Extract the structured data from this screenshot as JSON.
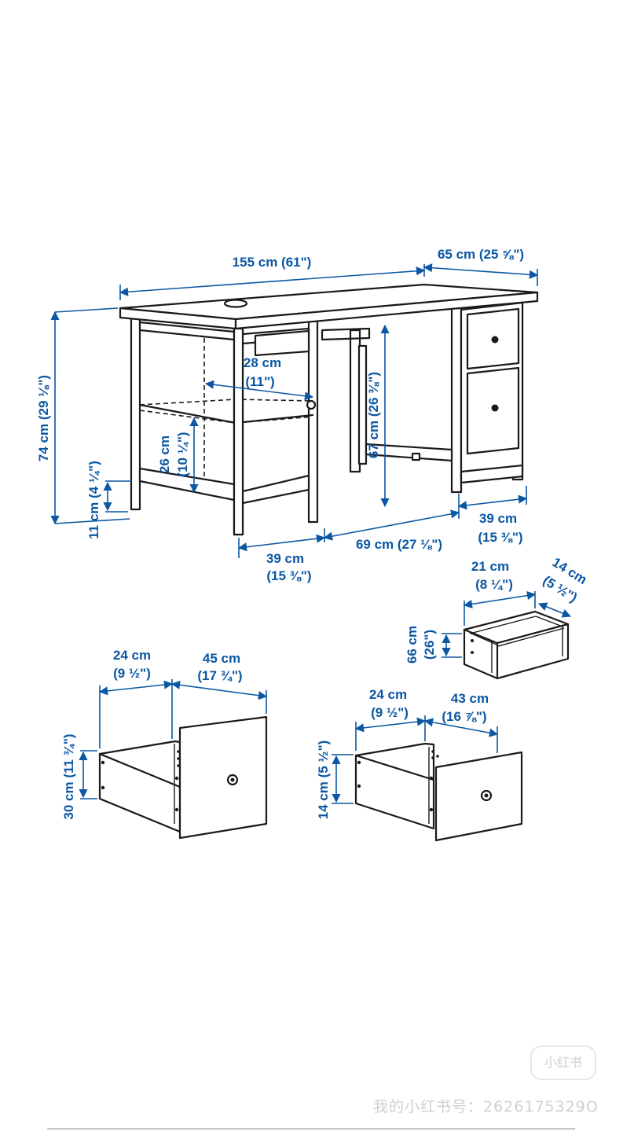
{
  "colors": {
    "dimension": "#0b57a4",
    "line_art": "#1a1a1a",
    "background": "#ffffff",
    "watermark": "#d0d0d0"
  },
  "desk": {
    "width": [
      "155 cm (61\")"
    ],
    "depth": [
      "65 cm (25 ⅝\")"
    ],
    "total_height": [
      "74 cm (29 ⅛\")"
    ],
    "shelf_depth": [
      "28 cm",
      "(11\")"
    ],
    "shelf_gap": [
      "26 cm",
      "(10 ¼\")"
    ],
    "foot_height": [
      "11 cm (4 ¼\")"
    ],
    "knee_height": [
      "67 cm (26 ⅜\")"
    ],
    "left_width": [
      "39 cm",
      "(15 ⅜\")"
    ],
    "knee_width": [
      "69 cm (27 ⅛\")"
    ],
    "right_width": [
      "39 cm",
      "(15 ⅜\")"
    ]
  },
  "small_drawer": {
    "width": [
      "21 cm",
      "(8 ¼\")"
    ],
    "depth": [
      "14 cm",
      "(5 ½\")"
    ],
    "height": [
      "66 cm",
      "(26\")"
    ]
  },
  "large_drawer": {
    "width": [
      "24 cm",
      "(9 ½\")"
    ],
    "depth": [
      "45 cm",
      "(17 ¾\")"
    ],
    "height": [
      "30 cm (11 ¾\")"
    ]
  },
  "medium_drawer": {
    "width": [
      "24 cm",
      "(9 ½\")"
    ],
    "depth": [
      "43 cm",
      "(16 ⅞\")"
    ],
    "height": [
      "14 cm (5 ½\")"
    ]
  },
  "watermark": {
    "badge": "小红书",
    "account": "我的小红书号：2626175329O"
  }
}
